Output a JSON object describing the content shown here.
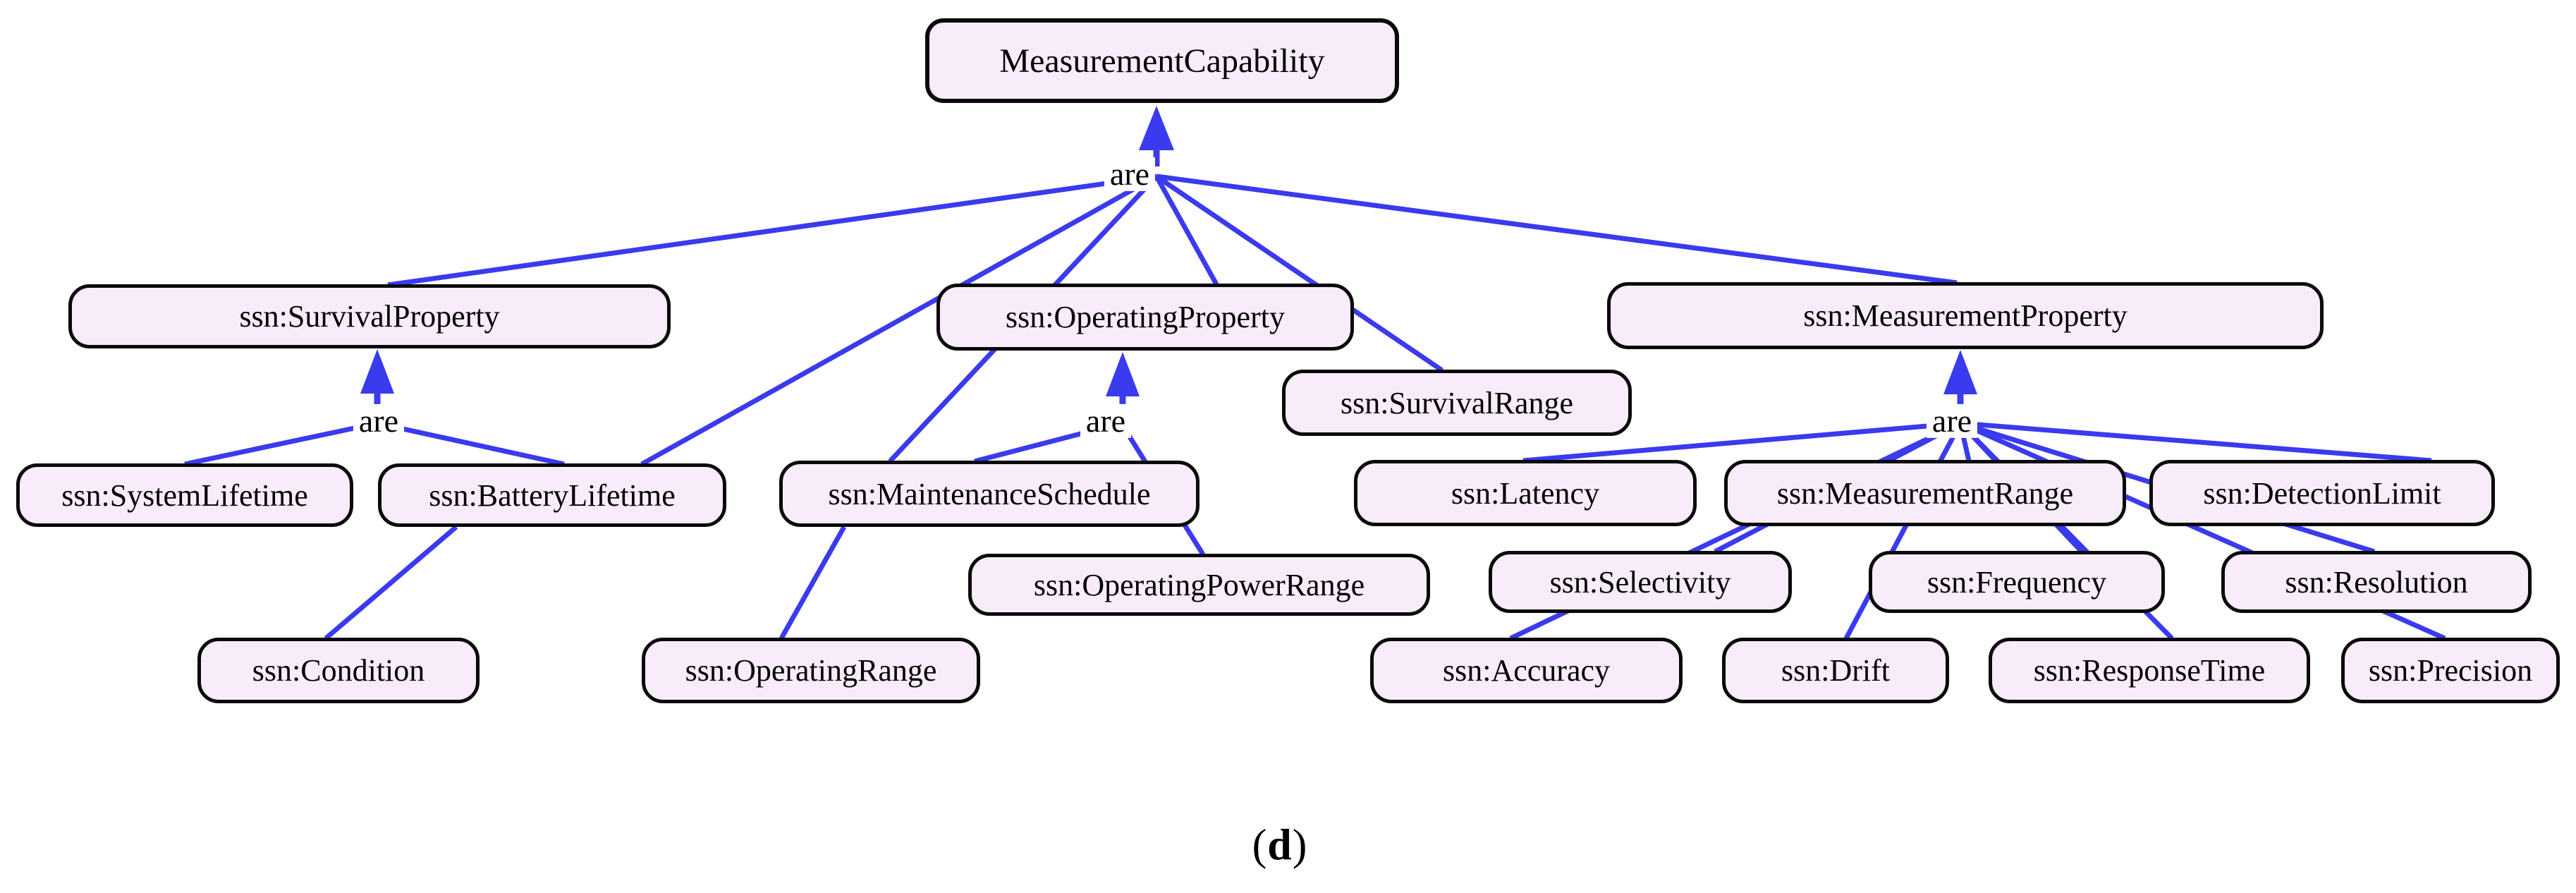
{
  "diagram": {
    "title_node": "MeasurementCapability",
    "relation_label": "are",
    "caption": {
      "open": "(",
      "letter": "d",
      "close": ")"
    },
    "colors": {
      "background": "#ffffff",
      "box_fill": "#f8ecfa",
      "box_border": "#0a0a0a",
      "edge_blue": "#3a3aee",
      "text": "#000000"
    },
    "nodes": {
      "measurement_capability": {
        "label": "MeasurementCapability"
      },
      "survival_property": {
        "label": "ssn:SurvivalProperty"
      },
      "operating_property": {
        "label": "ssn:OperatingProperty"
      },
      "measurement_property": {
        "label": "ssn:MeasurementProperty"
      },
      "survival_range": {
        "label": "ssn:SurvivalRange"
      },
      "system_lifetime": {
        "label": "ssn:SystemLifetime"
      },
      "battery_lifetime": {
        "label": "ssn:BatteryLifetime"
      },
      "maintenance_schedule": {
        "label": "ssn:MaintenanceSchedule"
      },
      "latency": {
        "label": "ssn:Latency"
      },
      "measurement_range": {
        "label": "ssn:MeasurementRange"
      },
      "detection_limit": {
        "label": "ssn:DetectionLimit"
      },
      "operating_power_range": {
        "label": "ssn:OperatingPowerRange"
      },
      "selectivity": {
        "label": "ssn:Selectivity"
      },
      "frequency": {
        "label": "ssn:Frequency"
      },
      "resolution": {
        "label": "ssn:Resolution"
      },
      "condition": {
        "label": "ssn:Condition"
      },
      "operating_range": {
        "label": "ssn:OperatingRange"
      },
      "accuracy": {
        "label": "ssn:Accuracy"
      },
      "drift": {
        "label": "ssn:Drift"
      },
      "response_time": {
        "label": "ssn:ResponseTime"
      },
      "precision": {
        "label": "ssn:Precision"
      }
    },
    "edges": [
      [
        "are-hub-central",
        "measurement_capability",
        "arrow"
      ],
      [
        "are-hub-central",
        "survival_property"
      ],
      [
        "are-hub-central",
        "battery_lifetime"
      ],
      [
        "are-hub-central",
        "maintenance_schedule"
      ],
      [
        "are-hub-central",
        "operating_property"
      ],
      [
        "are-hub-central",
        "survival_range"
      ],
      [
        "are-hub-central",
        "measurement_property"
      ],
      [
        "are-hub-left",
        "survival_property",
        "arrow"
      ],
      [
        "are-hub-left",
        "system_lifetime"
      ],
      [
        "are-hub-left",
        "battery_lifetime"
      ],
      [
        "battery_lifetime",
        "condition"
      ],
      [
        "are-hub-middle",
        "operating_property",
        "arrow"
      ],
      [
        "are-hub-middle",
        "maintenance_schedule"
      ],
      [
        "are-hub-middle",
        "operating_power_range"
      ],
      [
        "maintenance_schedule",
        "operating_range"
      ],
      [
        "are-hub-right",
        "measurement_property",
        "arrow"
      ],
      [
        "are-hub-right",
        "latency"
      ],
      [
        "are-hub-right",
        "measurement_range"
      ],
      [
        "are-hub-right",
        "detection_limit"
      ],
      [
        "are-hub-right",
        "selectivity"
      ],
      [
        "are-hub-right",
        "frequency"
      ],
      [
        "are-hub-right",
        "resolution"
      ],
      [
        "are-hub-right",
        "accuracy"
      ],
      [
        "are-hub-right",
        "drift"
      ],
      [
        "are-hub-right",
        "response_time"
      ],
      [
        "are-hub-right",
        "precision"
      ]
    ]
  }
}
